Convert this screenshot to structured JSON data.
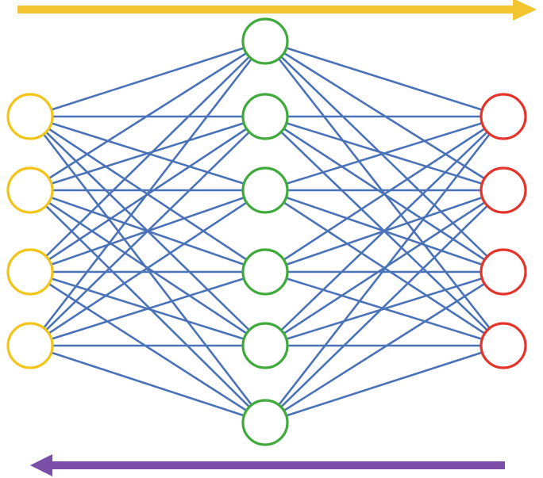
{
  "diagram": {
    "type": "neural-network",
    "layers": [
      {
        "name": "input-layer",
        "node_count": 4,
        "stroke_color": "#F2C417"
      },
      {
        "name": "hidden-layer",
        "node_count": 6,
        "stroke_color": "#3EAA3A"
      },
      {
        "name": "output-layer",
        "node_count": 4,
        "stroke_color": "#E6332A"
      }
    ],
    "connections": {
      "pattern": "fully-connected",
      "color": "#4A72B8"
    },
    "arrows": [
      {
        "name": "forward-pass-arrow",
        "direction": "right",
        "color": "#F2C42F"
      },
      {
        "name": "backward-pass-arrow",
        "direction": "left",
        "color": "#7B4FA8"
      }
    ],
    "background": "#FFFFFF"
  }
}
